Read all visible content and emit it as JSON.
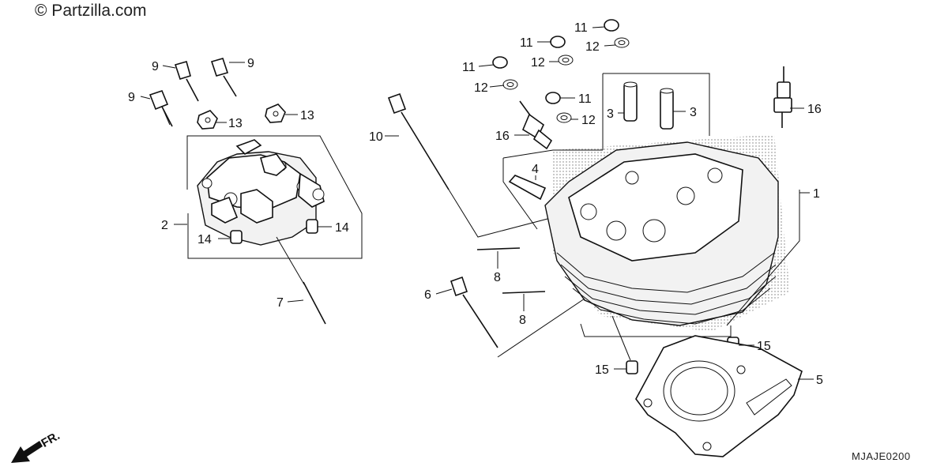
{
  "watermark": "© Partzilla.com",
  "diagram_code": "MJAJE0200",
  "direction_label": "FR.",
  "callouts": {
    "c1": "1",
    "c2": "2",
    "c3a": "3",
    "c3b": "3",
    "c4": "4",
    "c5": "5",
    "c6": "6",
    "c7": "7",
    "c8a": "8",
    "c8b": "8",
    "c9a": "9",
    "c9b": "9",
    "c9c": "9",
    "c10": "10",
    "c11a": "11",
    "c11b": "11",
    "c11c": "11",
    "c11d": "11",
    "c12a": "12",
    "c12b": "12",
    "c12c": "12",
    "c12d": "12",
    "c13a": "13",
    "c13b": "13",
    "c14a": "14",
    "c14b": "14",
    "c15a": "15",
    "c15b": "15",
    "c16a": "16",
    "c16b": "16"
  }
}
